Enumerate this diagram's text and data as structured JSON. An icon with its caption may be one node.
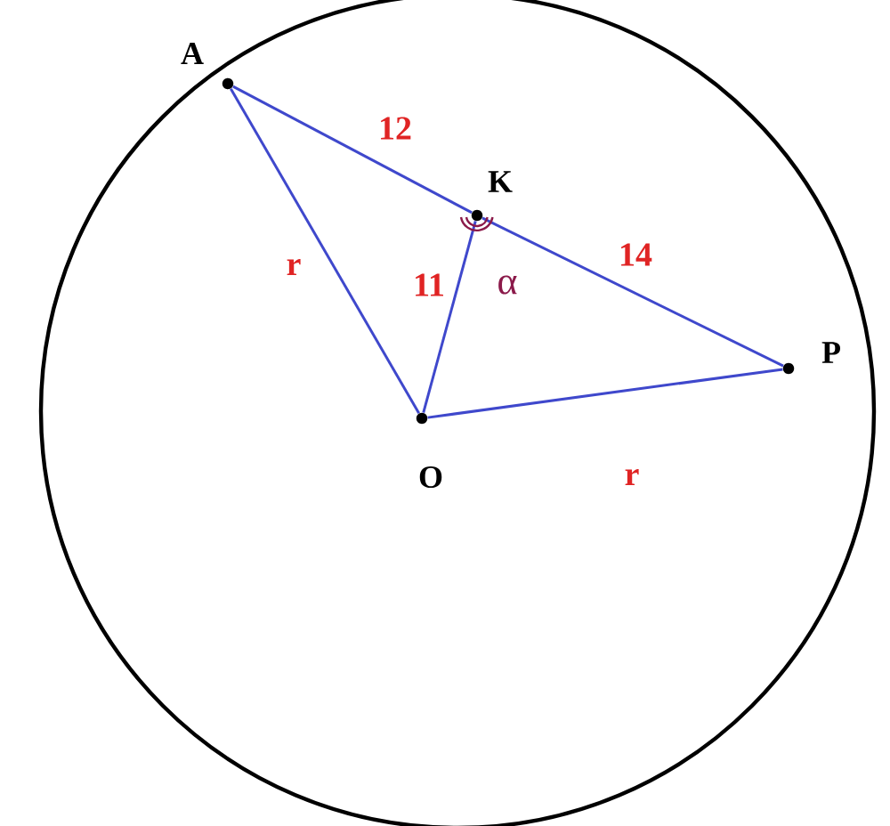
{
  "diagram": {
    "nodes": [
      {
        "text": [
          "A"
        ]
      },
      {
        "text": [
          "K"
        ]
      },
      {
        "text": [
          "P"
        ]
      },
      {
        "text": [
          "O"
        ]
      }
    ],
    "edges": [
      {
        "from": 0,
        "to": 1,
        "arrow": "none",
        "label": "12"
      },
      {
        "from": 1,
        "to": 2,
        "arrow": "none",
        "label": "14"
      },
      {
        "from": 0,
        "to": 3,
        "arrow": "none",
        "label": "r"
      },
      {
        "from": 3,
        "to": 1,
        "arrow": "none",
        "label": "11"
      },
      {
        "from": 3,
        "to": 2,
        "arrow": "none",
        "label": "r"
      }
    ],
    "labels": [
      "α"
    ]
  }
}
